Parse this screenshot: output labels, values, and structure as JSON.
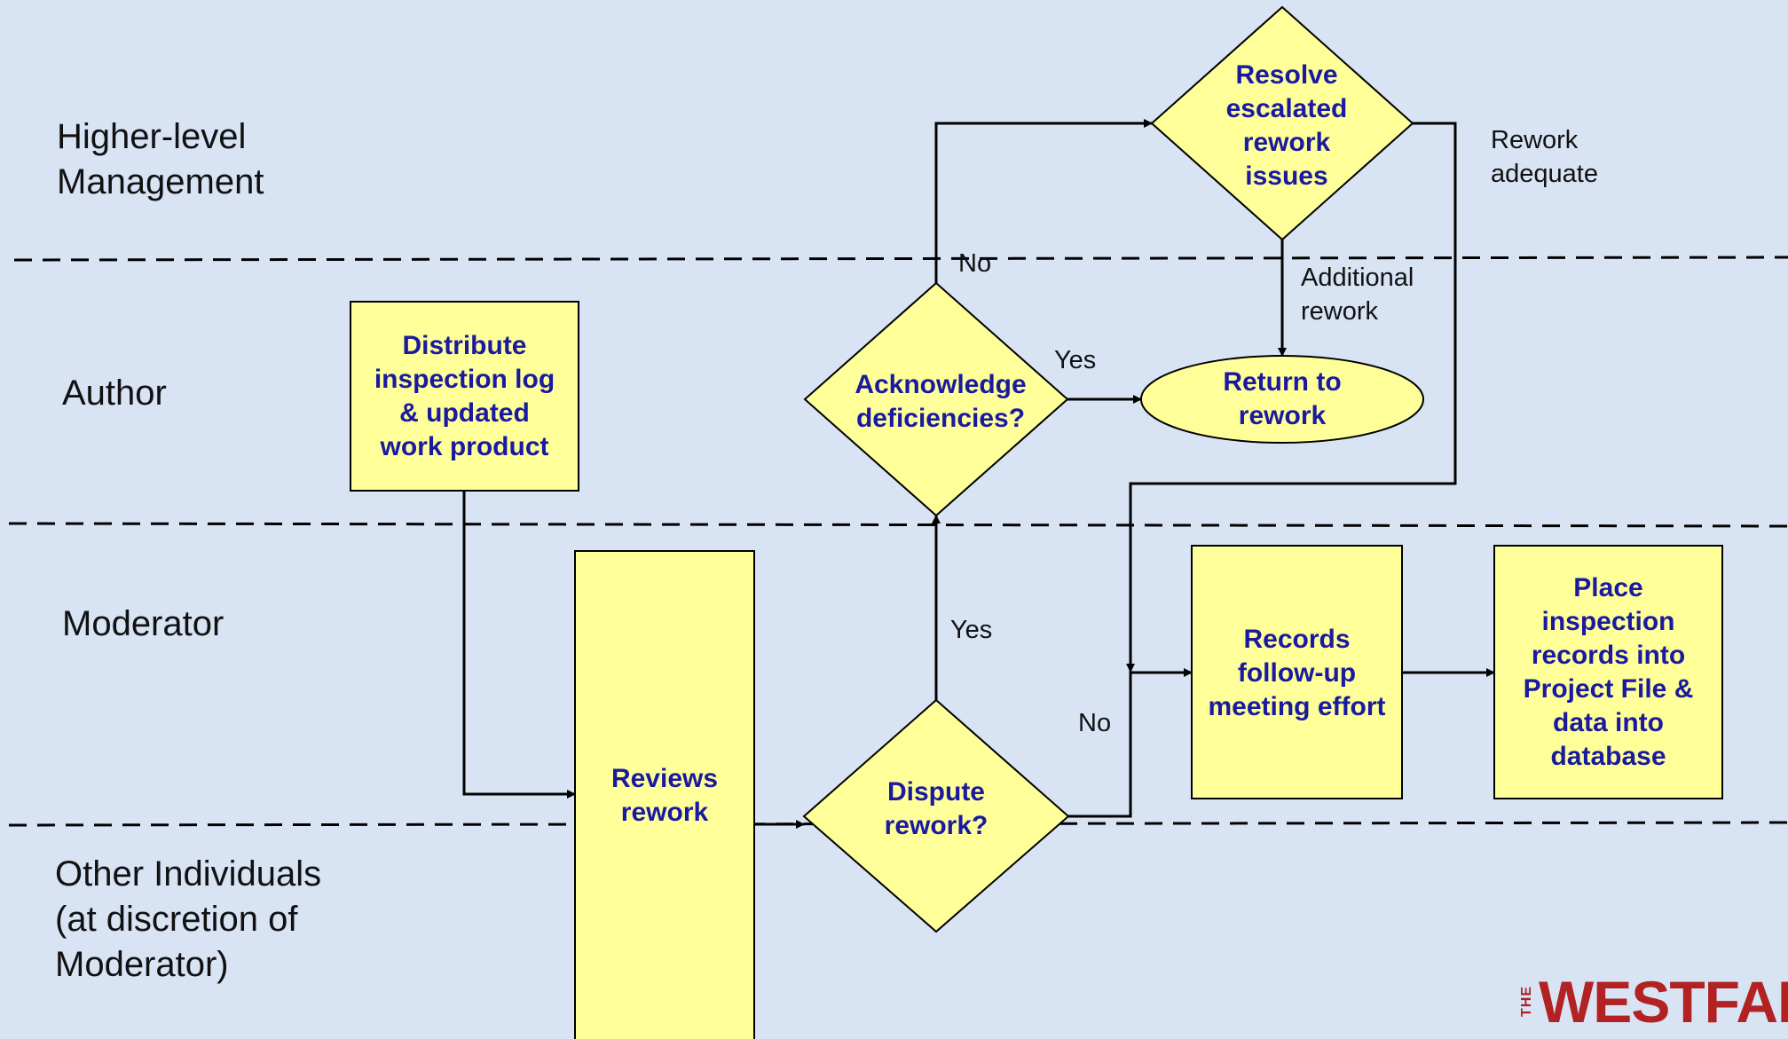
{
  "lanes": {
    "management": "Higher-level\nManagement",
    "author": "Author",
    "moderator": "Moderator",
    "others": "Other Individuals\n(at discretion of\nModerator)"
  },
  "nodes": {
    "distribute": "Distribute\ninspection log\n& updated\nwork product",
    "reviews": "Reviews\nrework",
    "dispute": "Dispute\nrework?",
    "acknowledge": "Acknowledge\ndeficiencies?",
    "resolve": "Resolve\nescalated\nrework\nissues",
    "return": "Return to\nrework",
    "records": "Records\nfollow-up\nmeeting effort",
    "place": "Place\ninspection\nrecords into\nProject File &\ndata into\ndatabase"
  },
  "edge_labels": {
    "no_top": "No",
    "yes_ack": "Yes",
    "additional": "Additional\nrework",
    "rework_adequate": "Rework\nadequate",
    "yes_dispute": "Yes",
    "no_dispute": "No"
  },
  "logo": {
    "prefix": "THE",
    "word": "WESTFALL"
  },
  "colors": {
    "background": "#d8e3f4",
    "node_fill": "#ffff99",
    "node_text": "#1a1aa0",
    "logo": "#b22222"
  }
}
